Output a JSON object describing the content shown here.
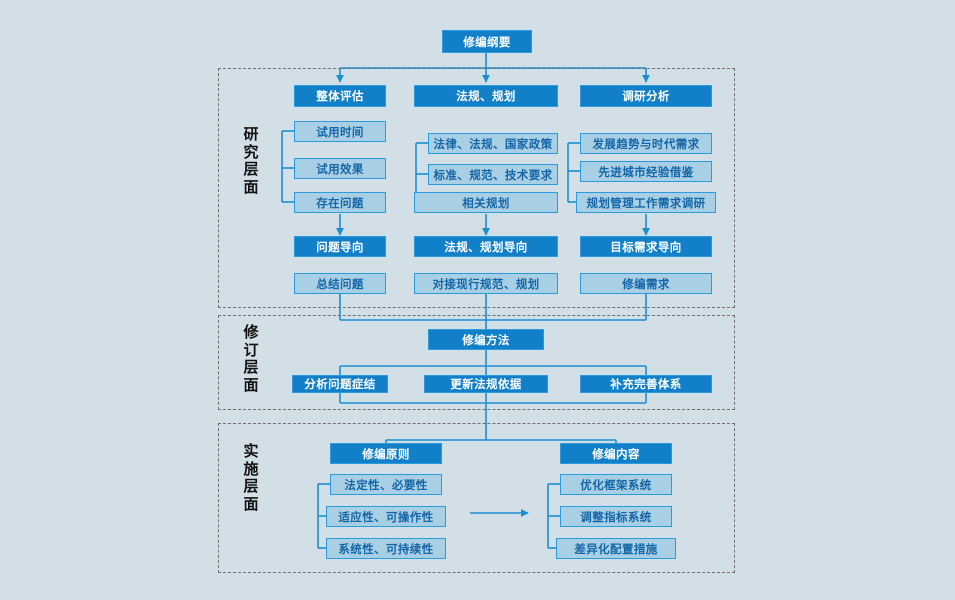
{
  "diagram": {
    "title_box": {
      "label": "修编纲要",
      "style": "dark"
    },
    "layers": [
      {
        "name": "research-layer",
        "label_chars": [
          "研",
          "究",
          "层",
          "面"
        ],
        "columns": [
          {
            "header": "整体评估",
            "items": [
              "试用时间",
              "试用效果",
              "存在问题"
            ],
            "orientation": "问题导向",
            "outcome": "总结问题"
          },
          {
            "header": "法规、规划",
            "items": [
              "法律、法规、国家政策",
              "标准、规范、技术要求",
              "相关规划"
            ],
            "orientation": "法规、规划导向",
            "outcome": "对接现行规范、规划"
          },
          {
            "header": "调研分析",
            "items": [
              "发展趋势与时代需求",
              "先进城市经验借鉴",
              "规划管理工作需求调研"
            ],
            "orientation": "目标需求导向",
            "outcome": "修编需求"
          }
        ]
      },
      {
        "name": "revision-layer",
        "label_chars": [
          "修",
          "订",
          "层",
          "面"
        ],
        "header": "修编方法",
        "items": [
          "分析问题症结",
          "更新法规依据",
          "补充完善体系"
        ]
      },
      {
        "name": "implementation-layer",
        "label_chars": [
          "实",
          "施",
          "层",
          "面"
        ],
        "groups": [
          {
            "header": "修编原则",
            "items": [
              "法定性、必要性",
              "适应性、可操作性",
              "系统性、可持续性"
            ]
          },
          {
            "header": "修编内容",
            "items": [
              "优化框架系统",
              "调整指标系统",
              "差异化配置措施"
            ]
          }
        ]
      }
    ],
    "colors": {
      "background": "#d3dfe6",
      "dark_fill": "#1180c8",
      "light_fill": "#a9cfe4",
      "border": "#2a9bdc",
      "dark_text": "#ffffff",
      "light_text": "#1566a8",
      "connector": "#1a8fd0",
      "dashed_border": "#6d6f72"
    }
  }
}
